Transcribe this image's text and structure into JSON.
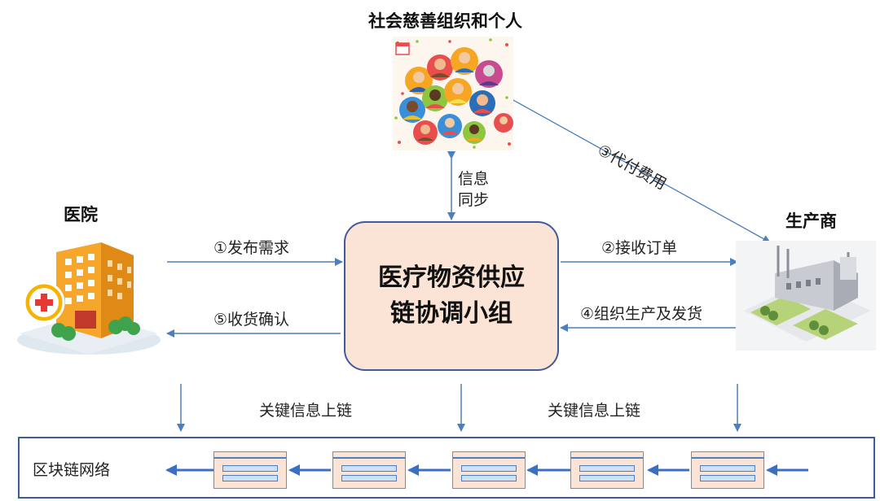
{
  "nodes": {
    "charity": "社会慈善组织和个人",
    "hospital": "医院",
    "manufacturer": "生产商",
    "center_line1": "医疗物资供应",
    "center_line2": "链协调小组"
  },
  "arrows": {
    "publish": "①发布需求",
    "receive_order": "②接收订单",
    "pay": "③代付费用",
    "produce_ship": "④组织生产及发货",
    "confirm": "⑤收货确认",
    "sync_line1": "信息",
    "sync_line2": "同步",
    "chain_left": "关键信息上链",
    "chain_right": "关键信息上链"
  },
  "network": {
    "label": "区块链网络",
    "block_count": 5
  },
  "colors": {
    "arrow": "#4a7fc0",
    "box_fill": "#fbe3d6",
    "box_border": "#3f5b9c",
    "network_arrow": "#3a6fc4"
  }
}
